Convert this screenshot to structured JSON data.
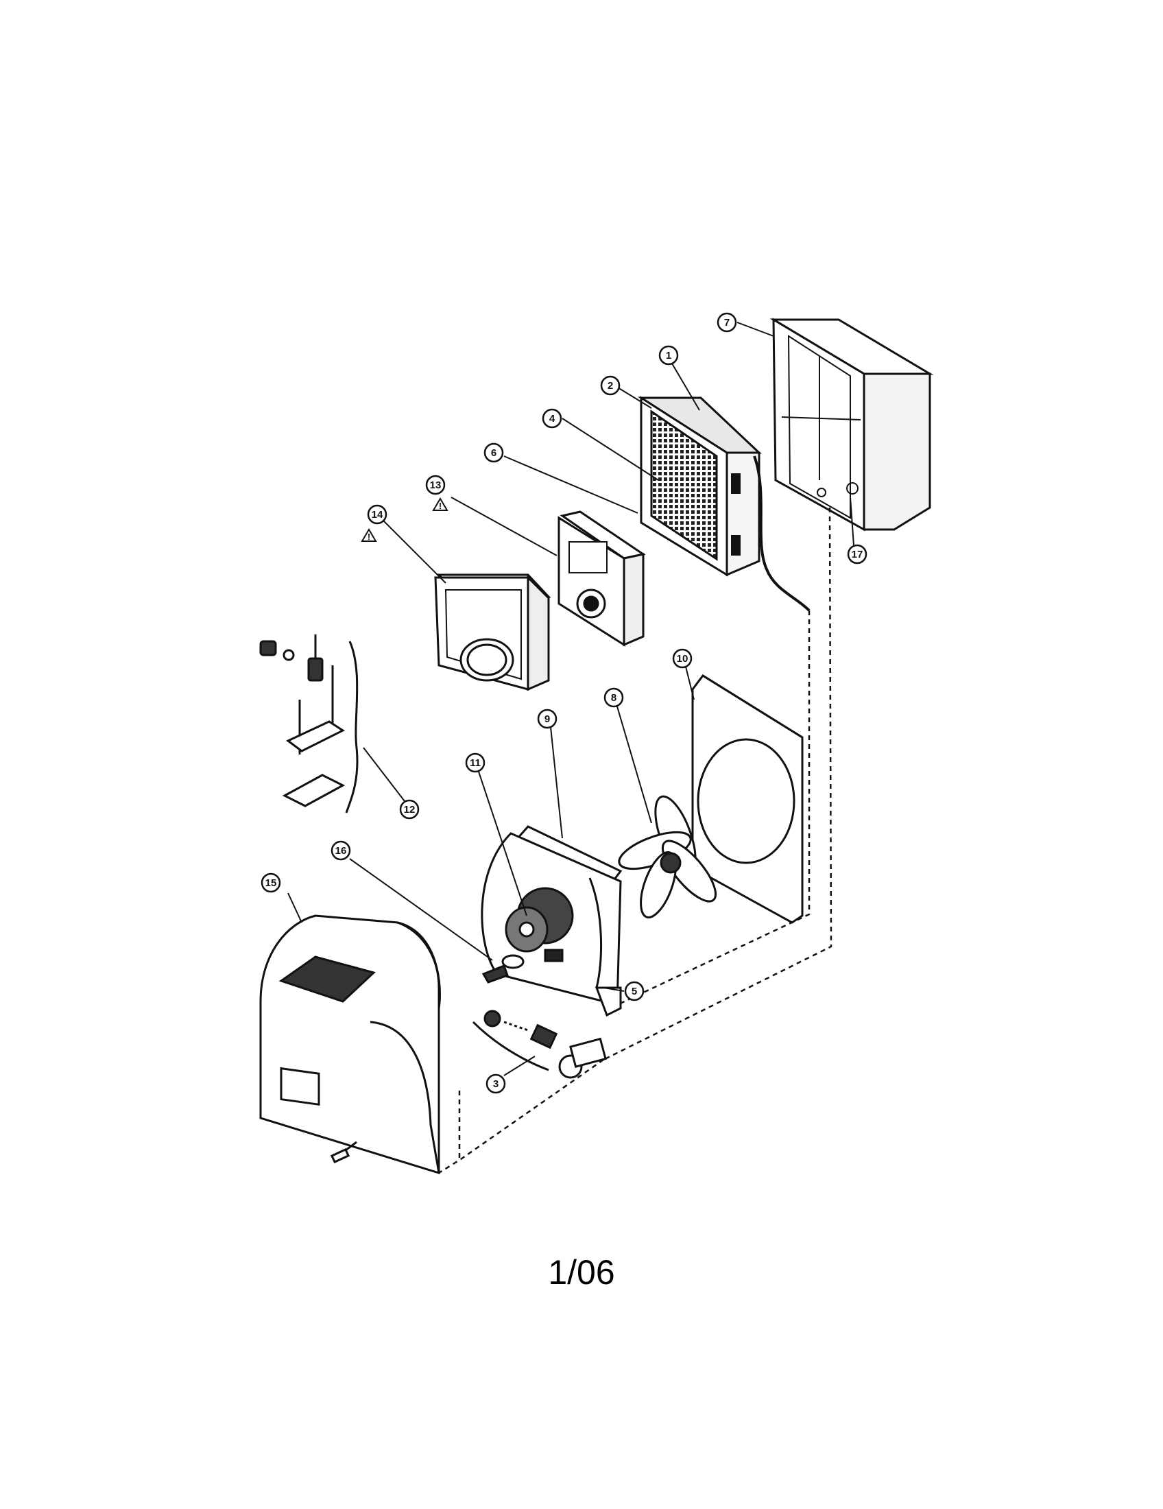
{
  "diagram": {
    "callouts": [
      "1",
      "2",
      "3",
      "4",
      "5",
      "6",
      "7",
      "8",
      "9",
      "10",
      "11",
      "12",
      "13",
      "14",
      "15",
      "16",
      "17"
    ],
    "warning_symbol": "!"
  },
  "footer": {
    "page_code": "1/06"
  }
}
